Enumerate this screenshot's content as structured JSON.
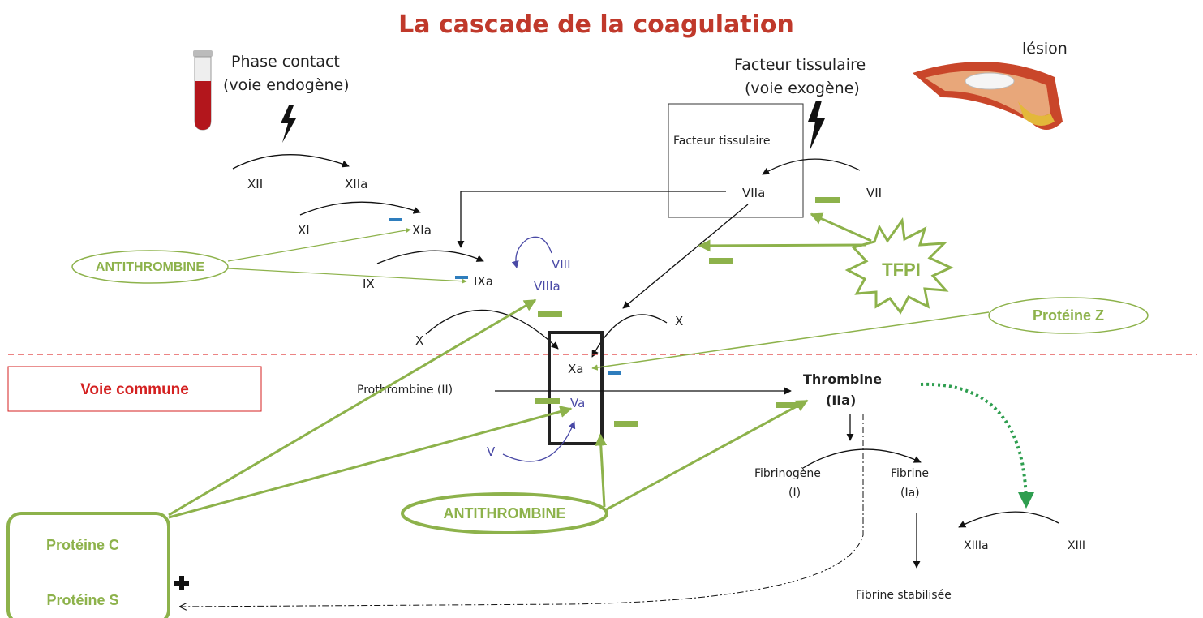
{
  "title": "La cascade de la coagulation",
  "intrinsic": {
    "heading1": "Phase contact",
    "heading2": "(voie endogène)"
  },
  "extrinsic": {
    "heading1": "Facteur tissulaire",
    "heading2": "(voie exogène)",
    "box_label": "Facteur tissulaire",
    "lesion_label": "lésion"
  },
  "factors": {
    "XII": "XII",
    "XIIa": "XIIa",
    "XI": "XI",
    "XIa": "XIa",
    "IX": "IX",
    "IXa": "IXa",
    "VIII": "VIII",
    "VIIIa": "VIIIa",
    "X_left": "X",
    "X_right": "X",
    "VII": "VII",
    "VIIa": "VIIa",
    "Xa": "Xa",
    "Va": "Va",
    "V": "V",
    "XIII": "XIII",
    "XIIIa": "XIIIa"
  },
  "common": {
    "label": "Voie commune",
    "prothrombin": "Prothrombine (II)",
    "thrombin1": "Thrombine",
    "thrombin2": "(IIa)",
    "fibrinogen1": "Fibrinogène",
    "fibrinogen2": "(I)",
    "fibrin1": "Fibrine",
    "fibrin2": "(Ia)",
    "stabilized": "Fibrine stabilisée"
  },
  "inhibitors": {
    "antithrombin_top": "ANTITHROMBINE",
    "antithrombin_bottom": "ANTITHROMBINE",
    "tfpi": "TFPI",
    "protein_z": "Protéine Z",
    "protein_c": "Protéine C",
    "protein_s": "Protéine S"
  },
  "colors": {
    "title": "#c0392b",
    "inhibitor": "#8db24b",
    "blue": "#4a4aa6",
    "dashed_line": "#e03a3a",
    "dotted_green": "#2e9e4f"
  }
}
